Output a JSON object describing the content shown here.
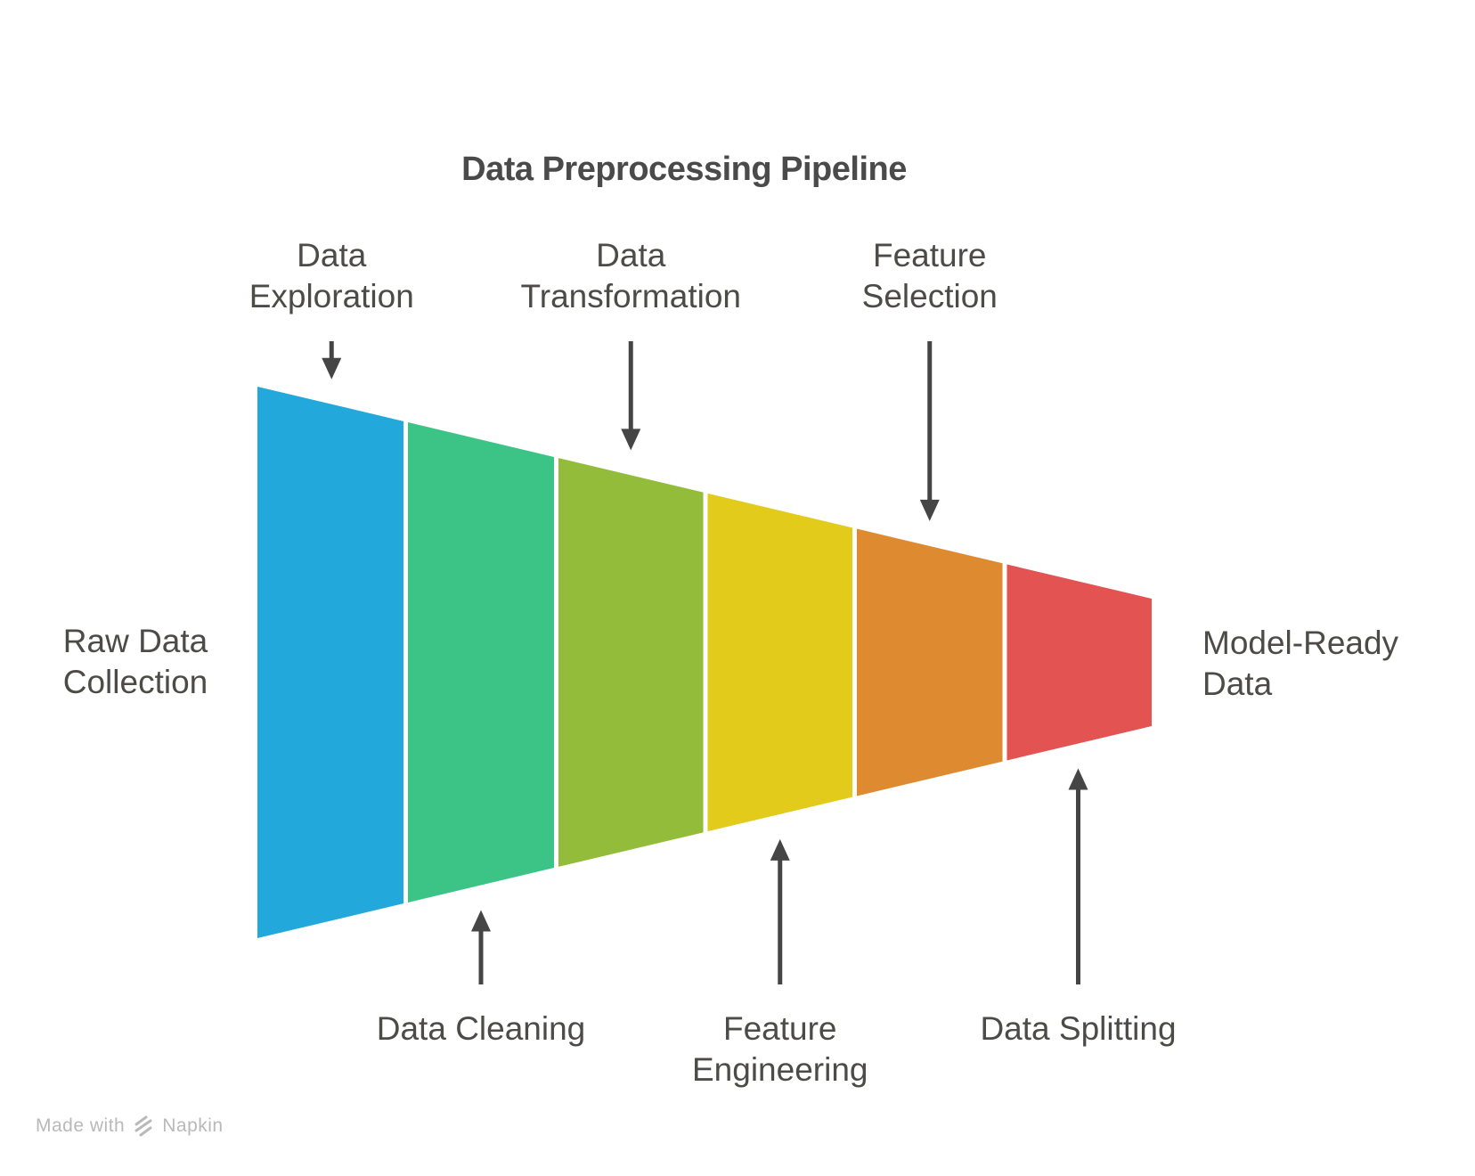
{
  "title": "Data Preprocessing Pipeline",
  "input_label": {
    "lines": [
      "Raw Data",
      "Collection"
    ]
  },
  "output_label": {
    "lines": [
      "Model-Ready",
      "Data"
    ]
  },
  "stages": [
    {
      "name": "Data Exploration",
      "lines": [
        "Data",
        "Exploration"
      ],
      "color": "#22A8DA",
      "label_side": "top"
    },
    {
      "name": "Data Cleaning",
      "lines": [
        "Data Cleaning"
      ],
      "color": "#3CC487",
      "label_side": "bottom"
    },
    {
      "name": "Data Transformation",
      "lines": [
        "Data",
        "Transformation"
      ],
      "color": "#93BC3A",
      "label_side": "top"
    },
    {
      "name": "Feature Engineering",
      "lines": [
        "Feature",
        "Engineering"
      ],
      "color": "#E2CB1B",
      "label_side": "bottom"
    },
    {
      "name": "Feature Selection",
      "lines": [
        "Feature",
        "Selection"
      ],
      "color": "#DE8A30",
      "label_side": "top"
    },
    {
      "name": "Data Splitting",
      "lines": [
        "Data Splitting"
      ],
      "color": "#E25352",
      "label_side": "bottom"
    }
  ],
  "watermark": {
    "prefix": "Made with",
    "brand": "Napkin"
  },
  "colors": {
    "background": "#FFFFFF",
    "title_text": "#4A4A4A",
    "label_text": "#4C4B47",
    "arrow": "#454545",
    "watermark_text": "#B9B9B9"
  }
}
